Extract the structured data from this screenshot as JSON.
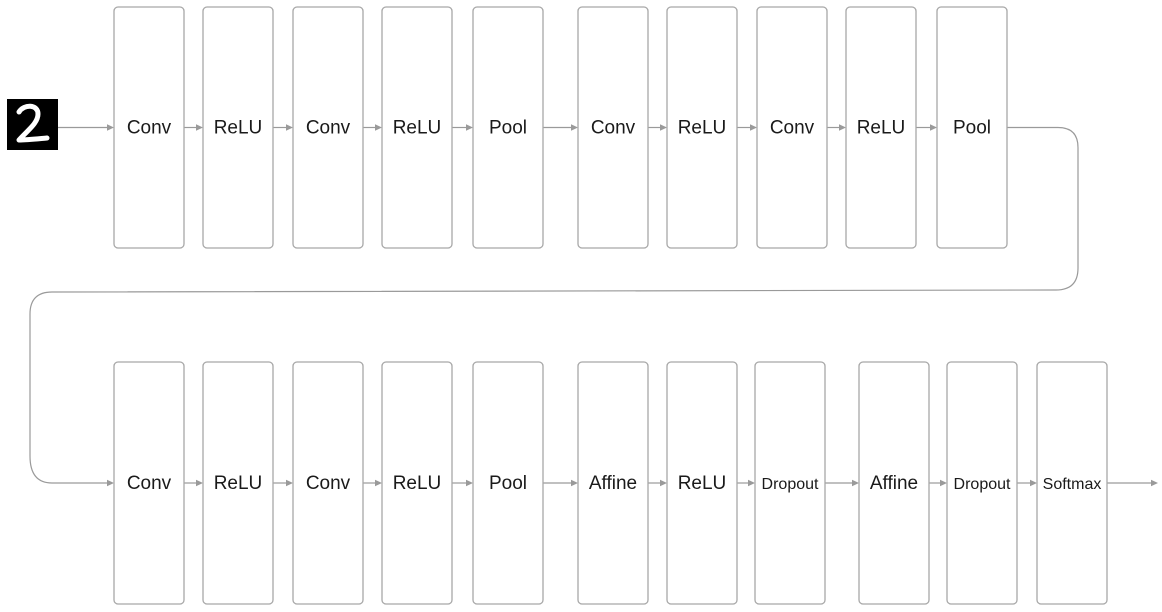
{
  "input": {
    "icon": "handwritten-digit-icon",
    "digit": "2"
  },
  "rows": [
    {
      "layers": [
        "Conv",
        "ReLU",
        "Conv",
        "ReLU",
        "Pool",
        "Conv",
        "ReLU",
        "Conv",
        "ReLU",
        "Pool"
      ]
    },
    {
      "layers": [
        "Conv",
        "ReLU",
        "Conv",
        "ReLU",
        "Pool",
        "Affine",
        "ReLU",
        "Dropout",
        "Affine",
        "Dropout",
        "Softmax"
      ]
    }
  ],
  "colors": {
    "box_stroke": "#a8a8a8",
    "connector": "#9a9a9a",
    "text": "#1a1a1a"
  }
}
